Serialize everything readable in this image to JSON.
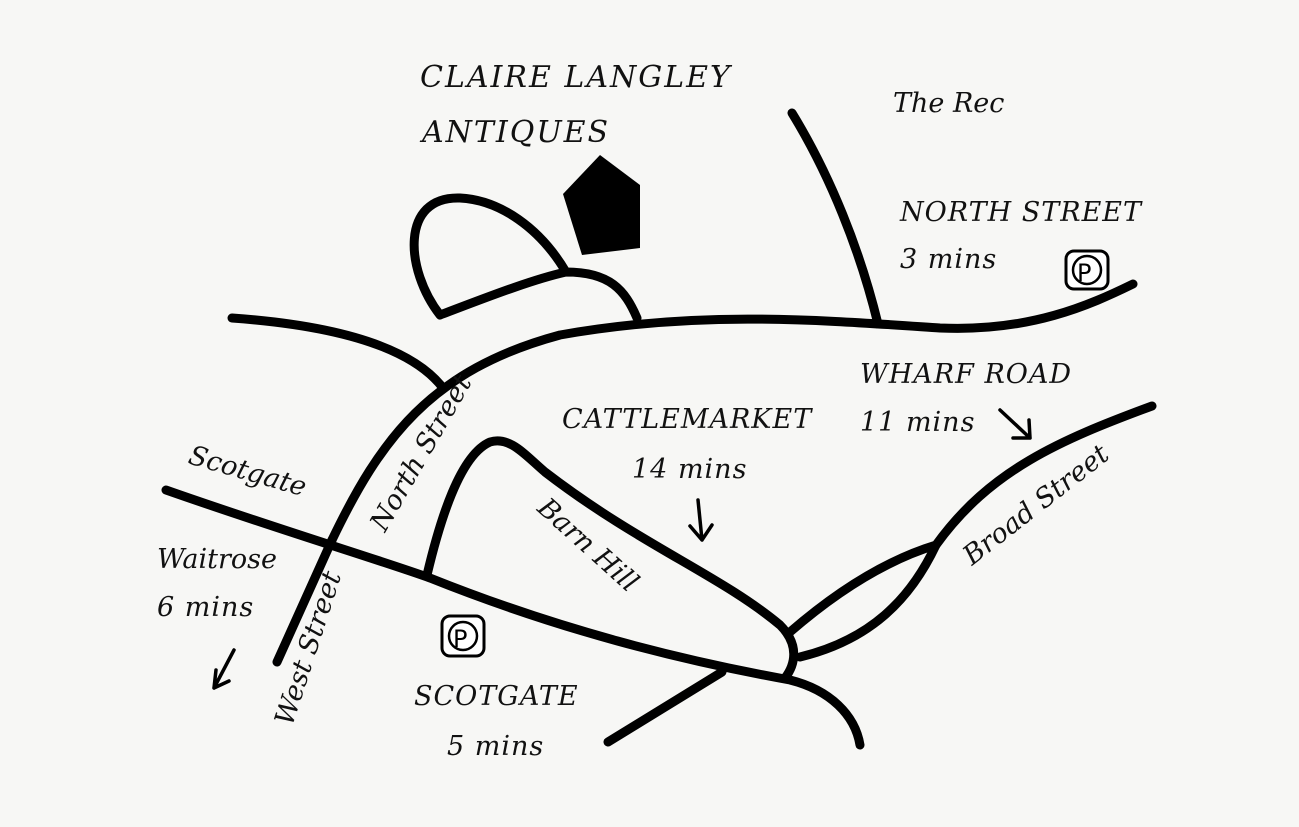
{
  "title": {
    "line1": "CLAIRE LANGLEY",
    "line2": "ANTIQUES"
  },
  "places": {
    "the_rec": "The Rec"
  },
  "streets": {
    "north_street": "North Street",
    "scotgate": "Scotgate",
    "west_street": "West Street",
    "barn_hill": "Barn Hill",
    "broad_street": "Broad Street"
  },
  "parking": {
    "symbol": "P",
    "north_street": {
      "name": "NORTH STREET",
      "time": "3 mins"
    },
    "wharf_road": {
      "name": "WHARF ROAD",
      "time": "11 mins"
    },
    "cattlemarket": {
      "name": "CATTLEMARKET",
      "time": "14 mins"
    },
    "waitrose": {
      "name": "Waitrose",
      "time": "6 mins"
    },
    "scotgate": {
      "name": "SCOTGATE",
      "time": "5 mins"
    }
  },
  "icons": {
    "shop_marker": "pentagon-marker-icon",
    "parking": "parking-icon",
    "direction": "arrow-icon"
  },
  "colors": {
    "background": "#f7f7f5",
    "ink": "#000000"
  }
}
